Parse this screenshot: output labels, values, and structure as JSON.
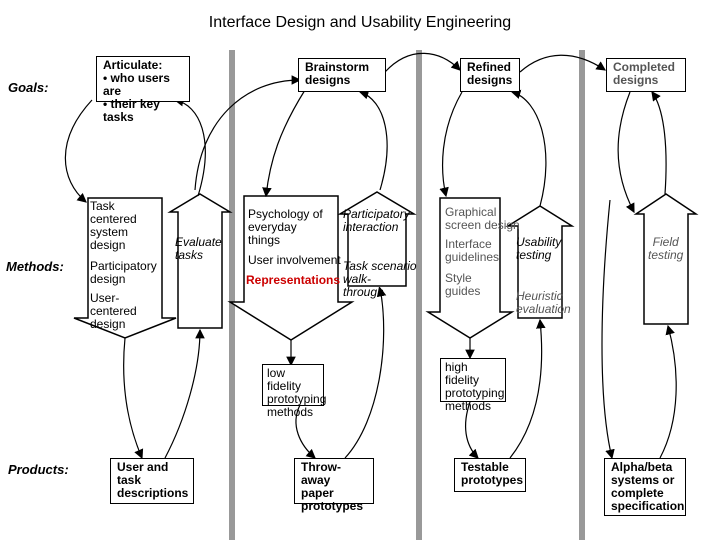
{
  "title": "Interface Design and Usability Engineering",
  "row_labels": {
    "goals": "Goals:",
    "methods": "Methods:",
    "products": "Products:"
  },
  "goals": {
    "articulate_lines": [
      "Articulate:",
      "• who users are",
      "• their key tasks"
    ],
    "brainstorm_lines": [
      "Brainstorm",
      "designs"
    ],
    "refined_lines": [
      "Refined",
      "designs"
    ],
    "completed_lines": [
      "Completed",
      "designs"
    ]
  },
  "methods": {
    "task_centered_lines": [
      "Task",
      "centered",
      "system",
      "design"
    ],
    "participatory_lines": [
      "Participatory",
      "design"
    ],
    "user_centered_lines": [
      "User-",
      "centered",
      "design"
    ],
    "evaluate_tasks_lines": [
      "Evaluate",
      "tasks"
    ],
    "psychology_lines": [
      "Psychology of",
      "everyday",
      "things"
    ],
    "user_involvement": "User involvement",
    "representations": "Representations",
    "participatory_interaction_lines": [
      "Participatory",
      "interaction"
    ],
    "task_scenario_lines": [
      "Task scenario",
      "walk-",
      "through"
    ],
    "graphical_lines": [
      "Graphical",
      "screen design"
    ],
    "interface_guidelines_lines": [
      "Interface",
      "guidelines"
    ],
    "style_guides_lines": [
      "Style",
      "guides"
    ],
    "usability_testing_lines": [
      "Usability",
      "testing"
    ],
    "heuristic_lines": [
      "Heuristic",
      "evaluation"
    ],
    "field_testing_lines": [
      "Field",
      "testing"
    ],
    "low_fidelity_lines": [
      "low fidelity",
      "prototyping",
      "methods"
    ],
    "high_fidelity_lines": [
      "high fidelity",
      "prototyping",
      "methods"
    ]
  },
  "products": {
    "user_task_lines": [
      "User and",
      "task",
      "descriptions"
    ],
    "throwaway_lines": [
      "Throw-away",
      "paper",
      "prototypes"
    ],
    "testable_lines": [
      "Testable",
      "prototypes"
    ],
    "alpha_beta_lines": [
      "Alpha/beta",
      "systems or",
      "complete",
      "specification"
    ]
  },
  "colors": {
    "separator": "#999999",
    "representations": "#cc0000",
    "gray_text": "#555555"
  }
}
